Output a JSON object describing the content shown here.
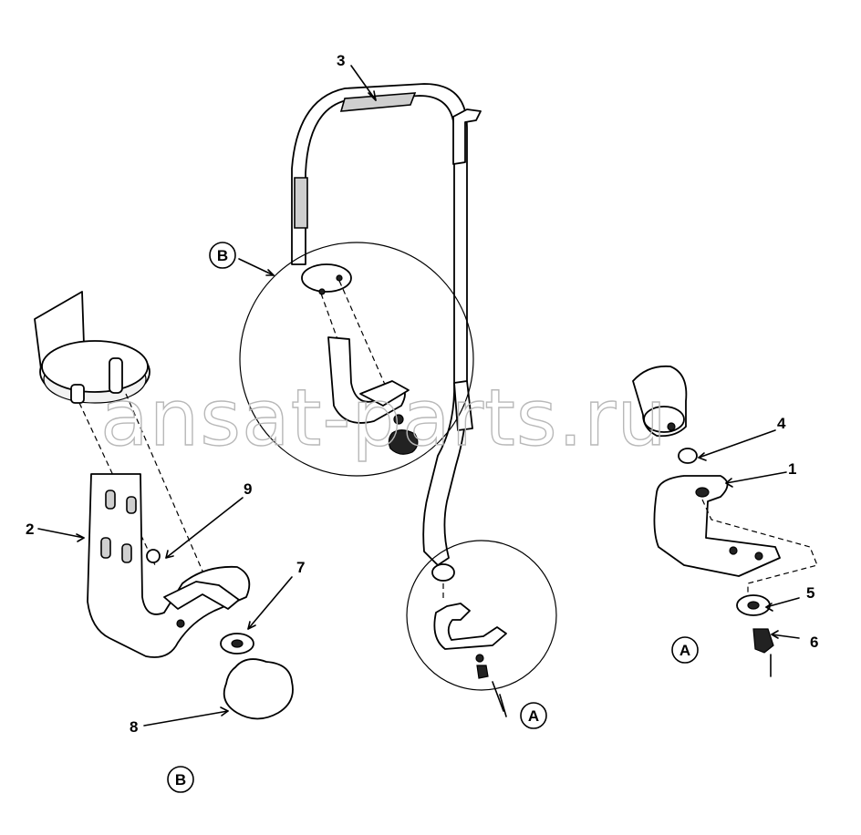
{
  "watermark": "ansat-parts.ru",
  "callouts": {
    "c1": "1",
    "c2": "2",
    "c3": "3",
    "c4": "4",
    "c5": "5",
    "c6": "6",
    "c7": "7",
    "c8": "8",
    "c9": "9"
  },
  "view_labels": {
    "b_top": "B",
    "a_mid": "A",
    "a_right": "A",
    "b_bottom": "B"
  }
}
